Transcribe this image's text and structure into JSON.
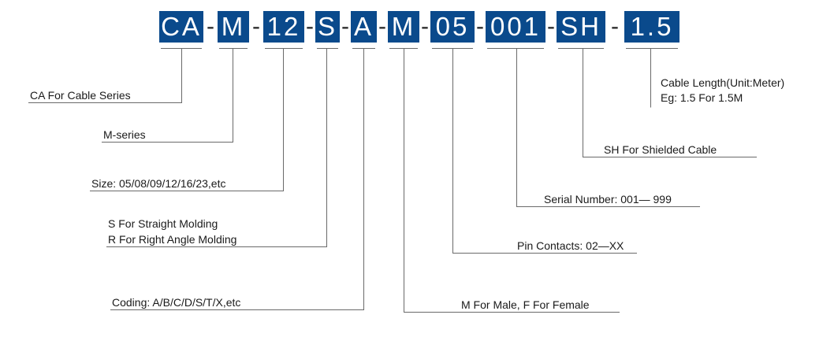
{
  "code": {
    "segments": [
      "CA",
      "M",
      "12",
      "S",
      "A",
      "M",
      "05",
      "001",
      "SH",
      "1.5"
    ],
    "separator": "-",
    "segment_color": "#0a4a8c"
  },
  "labels": {
    "ca": "CA For Cable Series",
    "m_series": "M-series",
    "size": "Size: 05/08/09/12/16/23,etc",
    "molding_line1": "S For Straight Molding",
    "molding_line2": "R For Right Angle Molding",
    "coding": "Coding: A/B/C/D/S/T/X,etc",
    "gender": "M For Male, F For Female",
    "pins": "Pin Contacts: 02—XX",
    "serial": "Serial Number: 001— 999",
    "shield": "SH For Shielded Cable",
    "length_line1": "Cable Length(Unit:Meter)",
    "length_line2": "Eg: 1.5 For 1.5M"
  }
}
